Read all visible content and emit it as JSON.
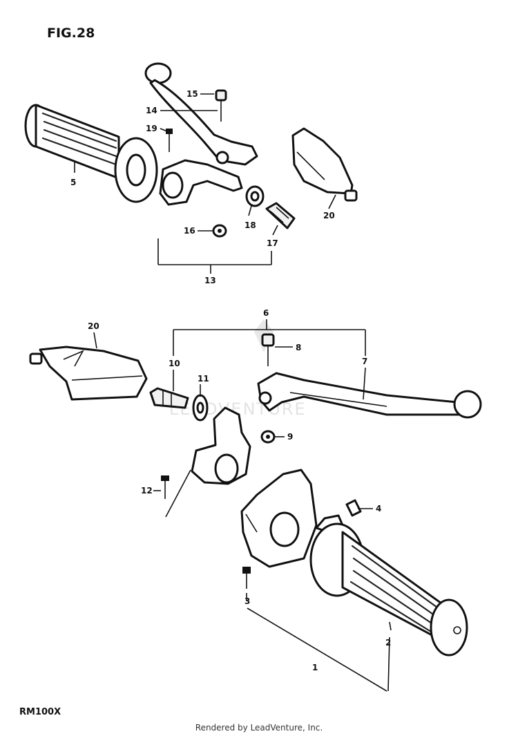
{
  "figure_title": "FIG.28",
  "model_code": "RM100X",
  "watermark_text": "LEADVENTURE",
  "footer_text": "Rendered by LeadVenture, Inc.",
  "parts": {
    "p1": "1",
    "p2": "2",
    "p3": "3",
    "p4": "4",
    "p5": "5",
    "p6": "6",
    "p7": "7",
    "p8": "8",
    "p9": "9",
    "p10": "10",
    "p11": "11",
    "p12": "12",
    "p13": "13",
    "p14": "14",
    "p15": "15",
    "p16": "16",
    "p17": "17",
    "p18": "18",
    "p19": "19",
    "p20_upper": "20",
    "p20_lower": "20"
  }
}
